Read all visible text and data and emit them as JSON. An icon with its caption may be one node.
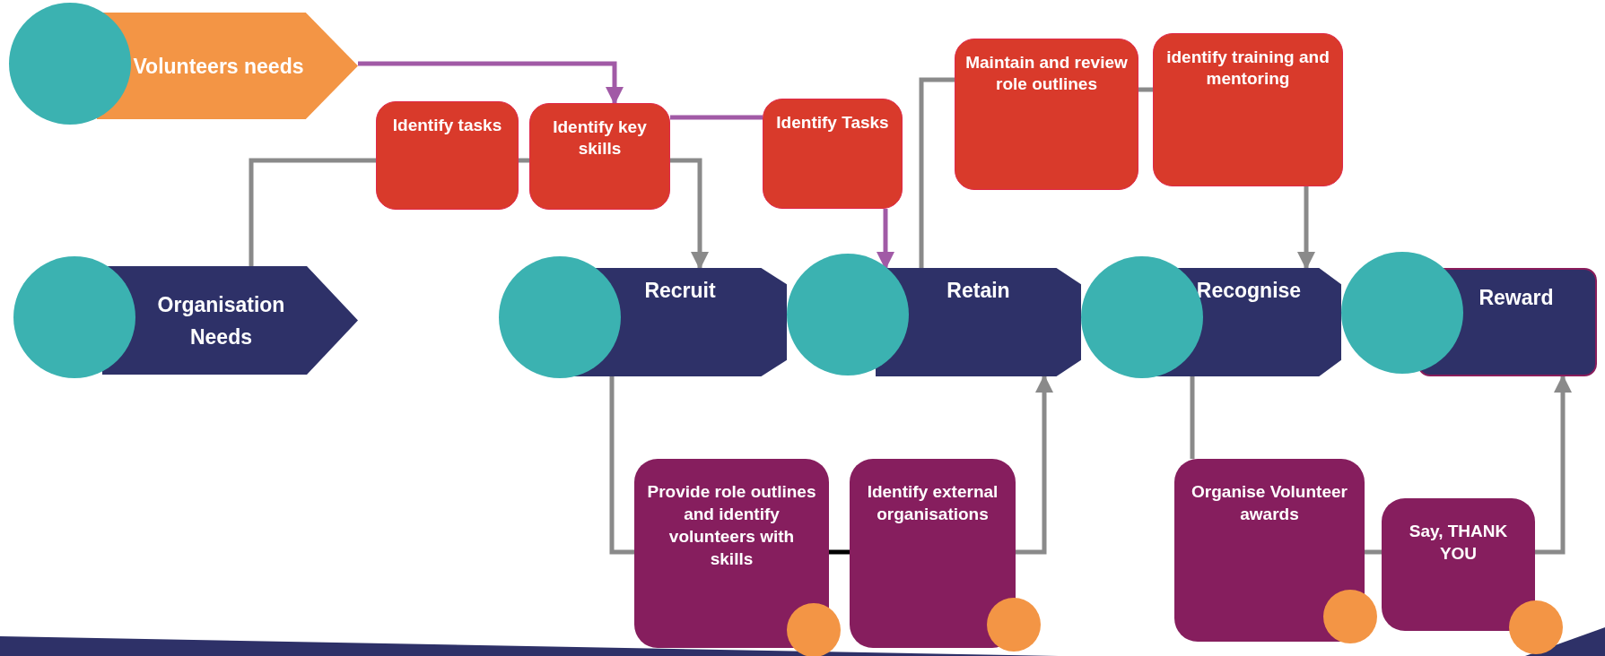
{
  "diagram": {
    "nodes": [
      {
        "text": [
          "Volunteers needs"
        ]
      },
      {
        "text": [
          "Identify tasks"
        ]
      },
      {
        "text": [
          "Identify key skills"
        ]
      },
      {
        "text": [
          "Identify Tasks"
        ]
      },
      {
        "text": [
          "Maintain and review role outlines"
        ]
      },
      {
        "text": [
          "identify training and mentoring"
        ]
      },
      {
        "text": [
          "Organisation Needs"
        ]
      },
      {
        "text": [
          "Recruit"
        ]
      },
      {
        "text": [
          "Retain"
        ]
      },
      {
        "text": [
          "Recognise"
        ]
      },
      {
        "text": [
          "Reward"
        ]
      },
      {
        "text": [
          "Provide role outlines and identify volunteers with skills"
        ]
      },
      {
        "text": [
          "Identify external organisations"
        ]
      },
      {
        "text": [
          "Organise Volunteer awards"
        ]
      },
      {
        "text": [
          "Say, THANK YOU"
        ]
      }
    ],
    "edges": [
      {
        "from": 0,
        "to": 2,
        "arrow": "to",
        "color": "#a15aa6"
      },
      {
        "from": 6,
        "to": 1,
        "arrow": "none"
      },
      {
        "from": 1,
        "to": 2,
        "arrow": "none"
      },
      {
        "from": 2,
        "to": 7,
        "arrow": "to"
      },
      {
        "from": 2,
        "to": 3,
        "arrow": "none",
        "color": "#a15aa6"
      },
      {
        "from": 3,
        "to": 8,
        "arrow": "to",
        "color": "#a15aa6"
      },
      {
        "from": 8,
        "to": 4,
        "arrow": "none"
      },
      {
        "from": 4,
        "to": 5,
        "arrow": "none"
      },
      {
        "from": 5,
        "to": 9,
        "arrow": "to"
      },
      {
        "from": 7,
        "to": 11,
        "arrow": "none"
      },
      {
        "from": 11,
        "to": 12,
        "arrow": "none",
        "color": "#000000"
      },
      {
        "from": 12,
        "to": 8,
        "arrow": "to"
      },
      {
        "from": 9,
        "to": 13,
        "arrow": "none"
      },
      {
        "from": 13,
        "to": 14,
        "arrow": "none"
      },
      {
        "from": 14,
        "to": 10,
        "arrow": "to"
      }
    ]
  }
}
